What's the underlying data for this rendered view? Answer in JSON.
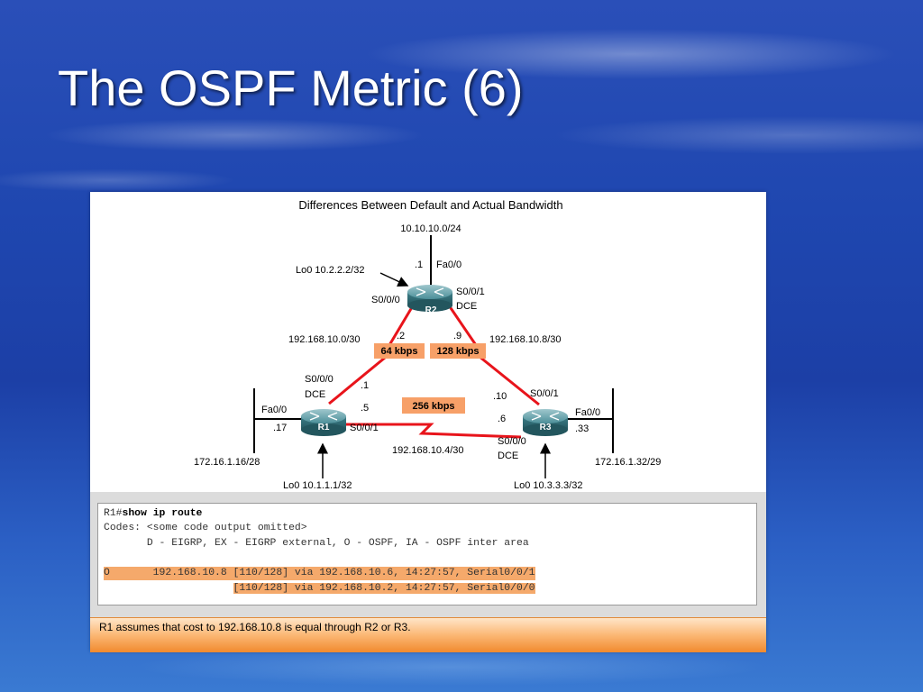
{
  "slide": {
    "title": "The OSPF Metric (6)"
  },
  "diagram": {
    "title": "Differences Between Default and Actual Bandwidth",
    "top_network": "10.10.10.0/24",
    "r2": {
      "name": "R2",
      "lo": "Lo0 10.2.2.2/32",
      "fa_addr": ".1",
      "fa": "Fa0/0",
      "s000": "S0/0/0",
      "s001": "S0/0/1",
      "dce": "DCE"
    },
    "left_link": {
      "net": "192.168.10.0/30",
      "r2_addr": ".2",
      "bw": "64 kbps"
    },
    "right_link": {
      "net": "192.168.10.8/30",
      "r2_addr": ".9",
      "bw": "128 kbps"
    },
    "r1": {
      "name": "R1",
      "s000": "S0/0/0",
      "dce": "DCE",
      "s000_addr": ".1",
      "s001_addr": ".5",
      "fa": "Fa0/0",
      "fa_addr": ".17",
      "s001": "S0/0/1",
      "lan": "172.16.1.16/28",
      "lo": "Lo0 10.1.1.1/32"
    },
    "bottom_link": {
      "bw": "256 kbps",
      "r3_s001_addr": ".10",
      "r3_s000_addr": ".6",
      "net": "192.168.10.4/30"
    },
    "r3": {
      "name": "R3",
      "s001": "S0/0/1",
      "fa": "Fa0/0",
      "fa_addr": ".33",
      "s000": "S0/0/0",
      "dce": "DCE",
      "lan": "172.16.1.32/29",
      "lo": "Lo0 10.3.3.3/32"
    }
  },
  "console": {
    "prompt": "R1#",
    "command": "show ip route",
    "line2": "Codes: <some code output omitted>",
    "line3": "       D - EIGRP, EX - EIGRP external, O - OSPF, IA - OSPF inter area",
    "route1": "O       192.168.10.8 [110/128] via 192.168.10.6, 14:27:57, Serial0/0/1",
    "route2": "                     [110/128] via 192.168.10.2, 14:27:57, Serial0/0/0"
  },
  "note": "R1 assumes that cost to 192.168.10.8 is equal through R2 or R3.",
  "colors": {
    "link_red": "#e8141b",
    "bw_box": "#f7a068",
    "highlight": "#f5a96b",
    "router": "#3c7d88"
  }
}
